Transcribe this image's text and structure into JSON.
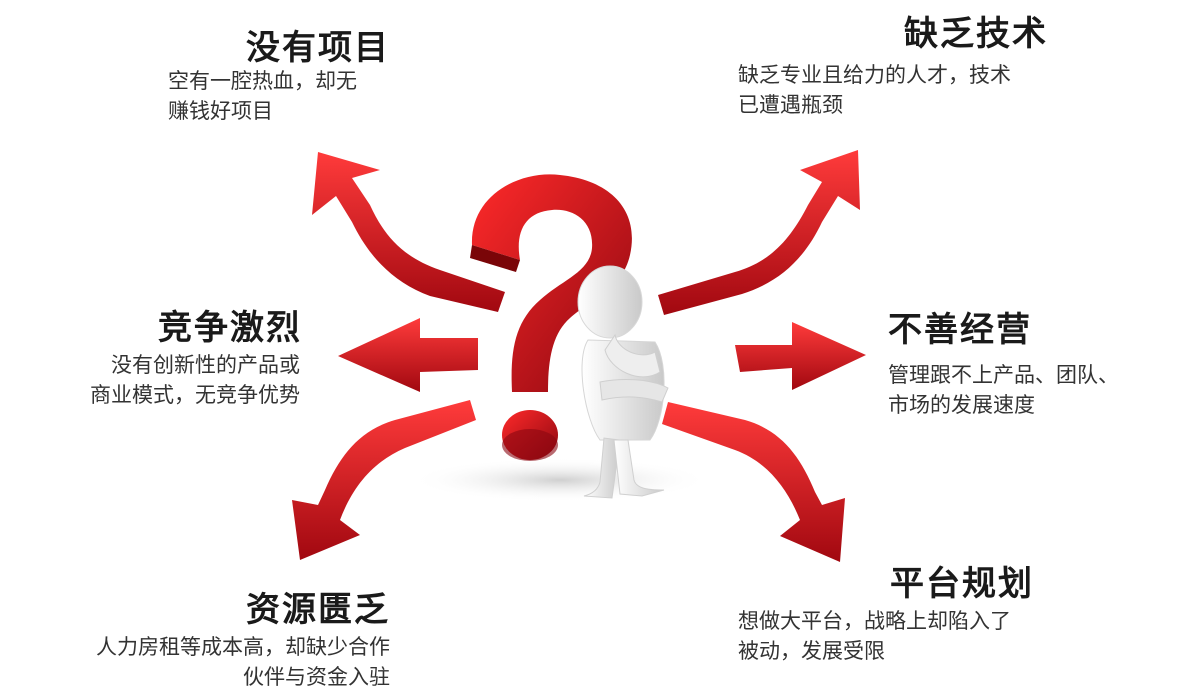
{
  "items": {
    "no_project": {
      "title": "没有项目",
      "lines": [
        "空有一腔热血，却无",
        "赚钱好项目"
      ]
    },
    "lack_tech": {
      "title": "缺乏技术",
      "lines": [
        "缺乏专业且给力的人才，技术",
        "已遭遇瓶颈"
      ]
    },
    "competition": {
      "title": "竞争激烈",
      "lines": [
        "没有创新性的产品或",
        "商业模式，无竞争优势"
      ]
    },
    "poor_management": {
      "title": "不善经营",
      "lines": [
        "管理跟不上产品、团队、",
        "市场的发展速度"
      ]
    },
    "lack_resources": {
      "title": "资源匮乏",
      "lines": [
        "人力房租等成本高，却缺少合作",
        "伙伴与资金入驻"
      ]
    },
    "platform_planning": {
      "title": "平台规划",
      "lines": [
        "想做大平台，战略上却陷入了",
        "被动，发展受限"
      ]
    }
  },
  "colors": {
    "arrow": "#d9111a",
    "arrow_dark": "#9a0a10",
    "question_mark": "#d10f18"
  }
}
